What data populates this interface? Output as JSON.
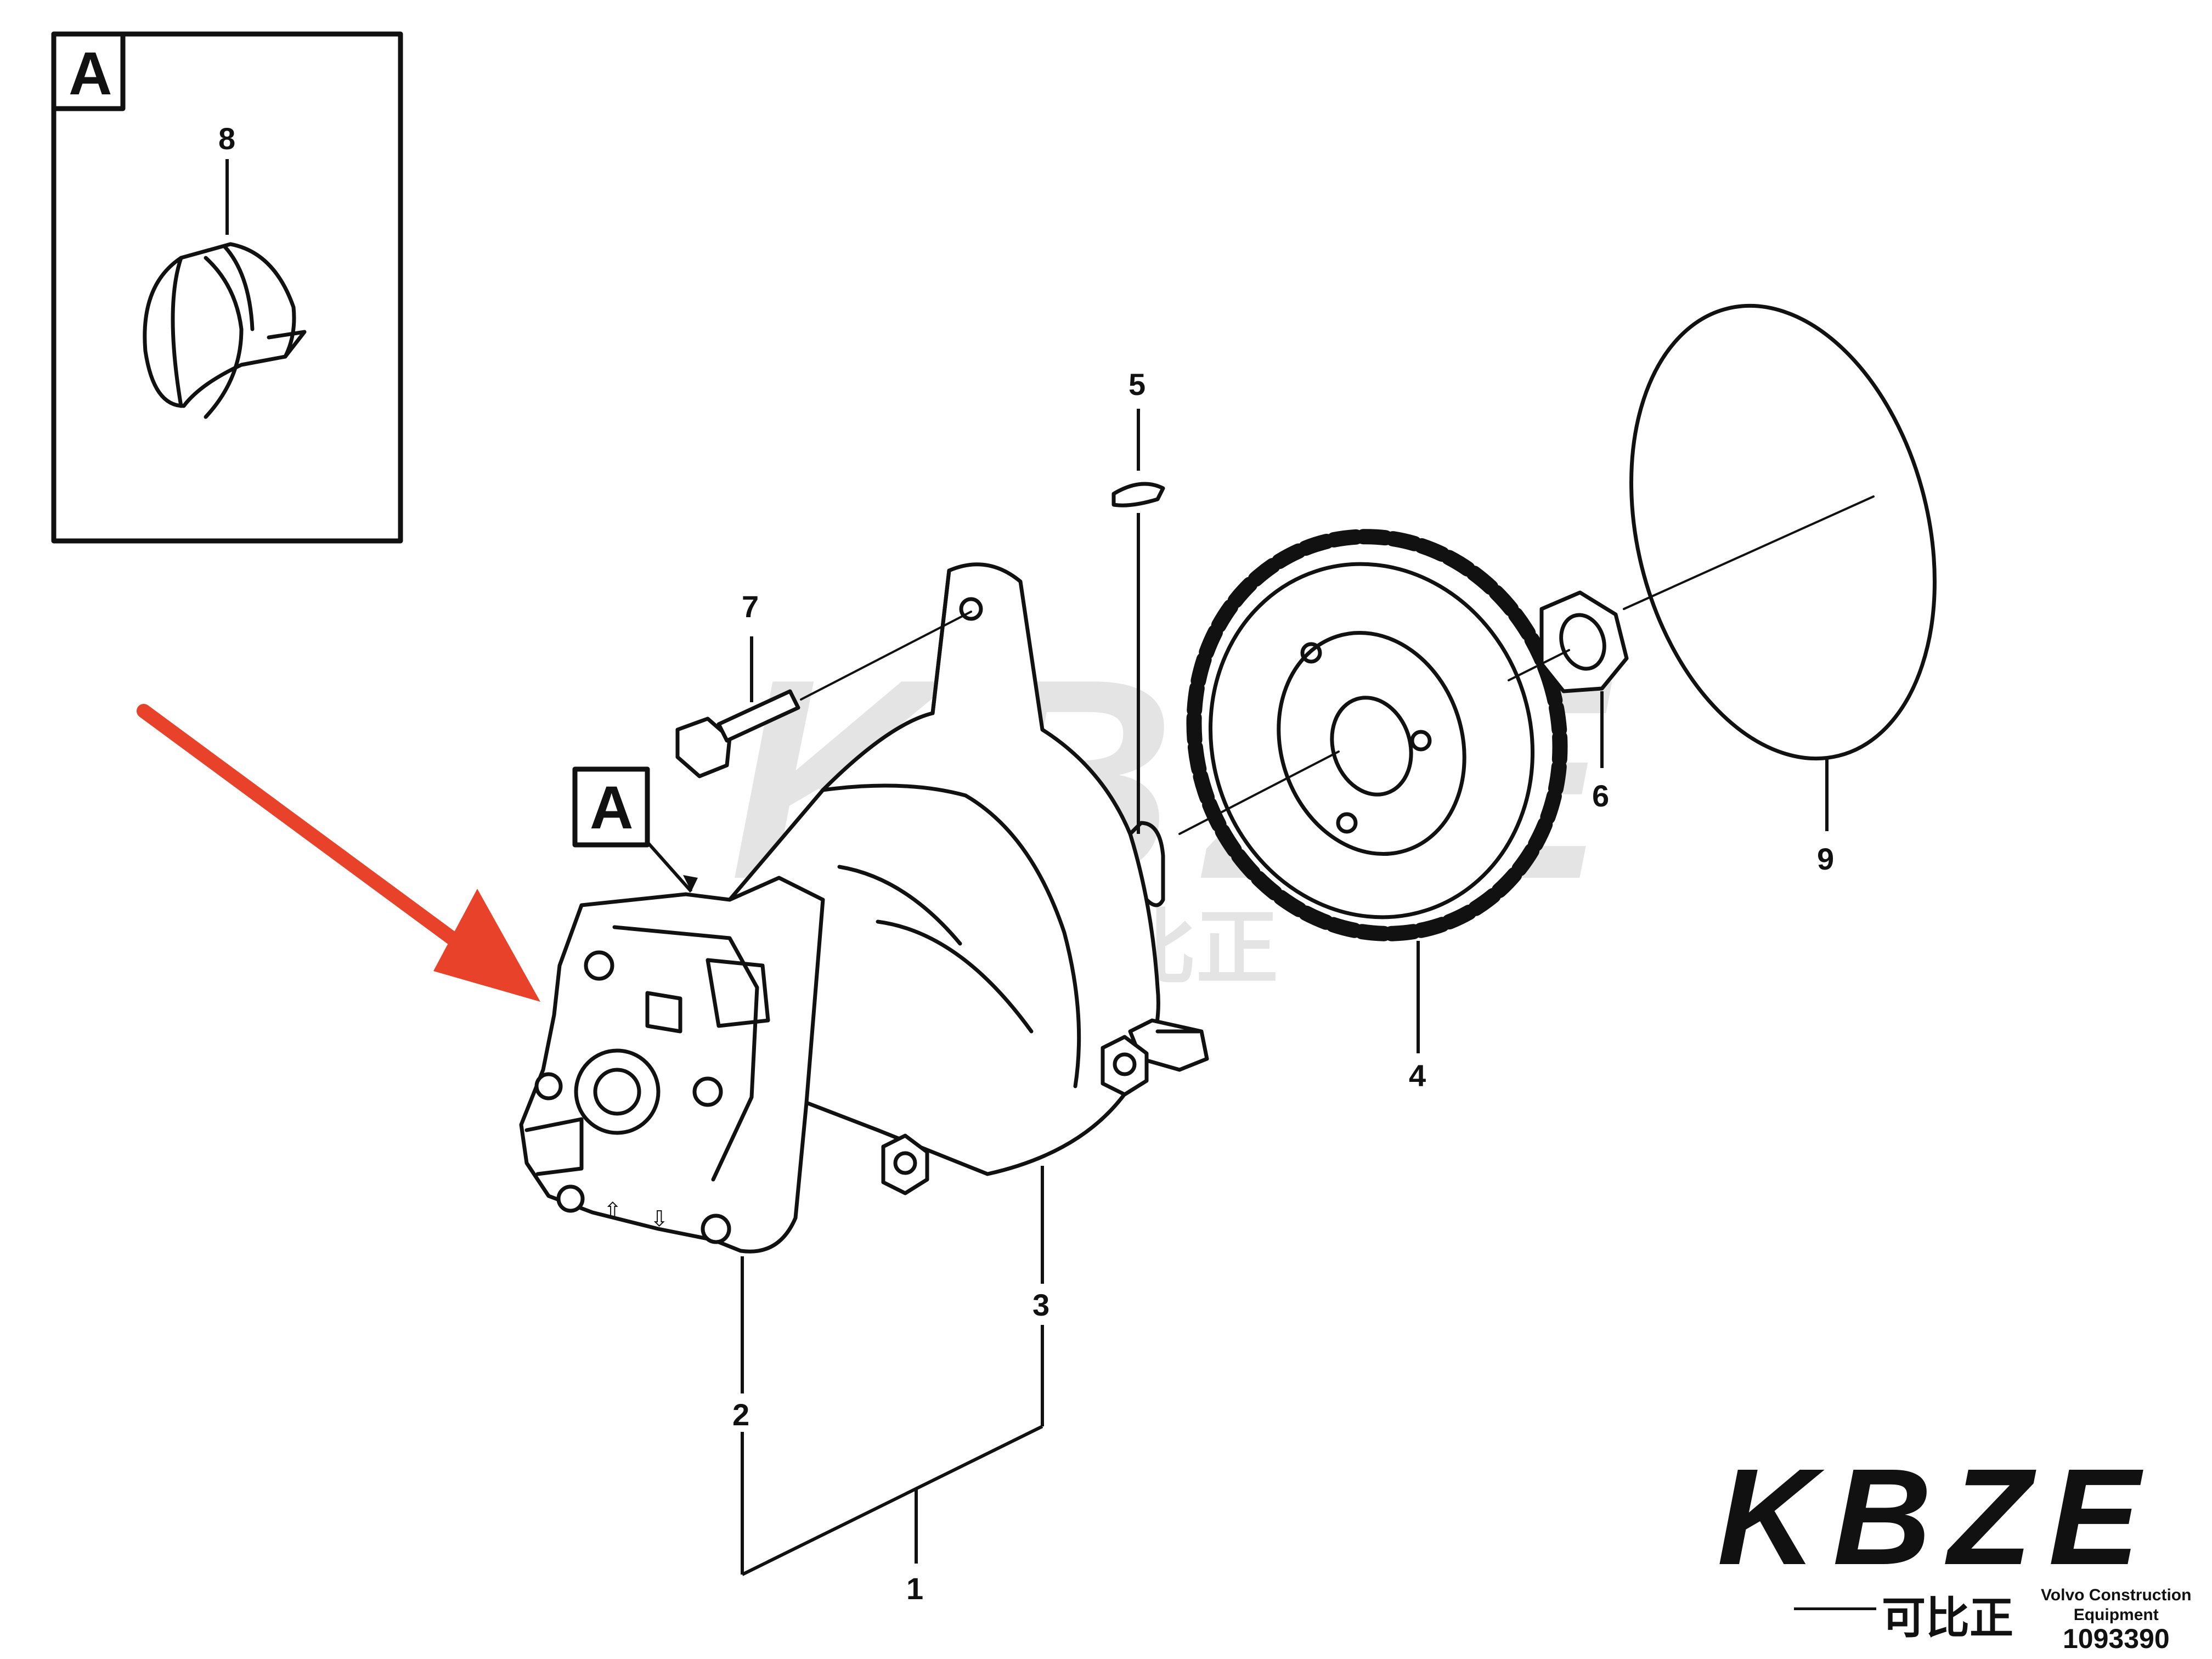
{
  "inset": {
    "box_label": "A",
    "callout": "8"
  },
  "view_marker": "A",
  "callouts": {
    "c1": "1",
    "c2": "2",
    "c3": "3",
    "c4": "4",
    "c5": "5",
    "c6": "6",
    "c7": "7",
    "c9": "9"
  },
  "watermark": {
    "logo": "KBZE",
    "cn": "可比正"
  },
  "brand": {
    "logo": "KBZE",
    "cn": "可比正",
    "maker_line1": "Volvo Construction",
    "maker_line2": "Equipment",
    "part_number": "1093390"
  },
  "colors": {
    "arrow": "#e8432a",
    "ink": "#111111",
    "accent": "#f08a24",
    "watermark": "#cfcfcf"
  }
}
